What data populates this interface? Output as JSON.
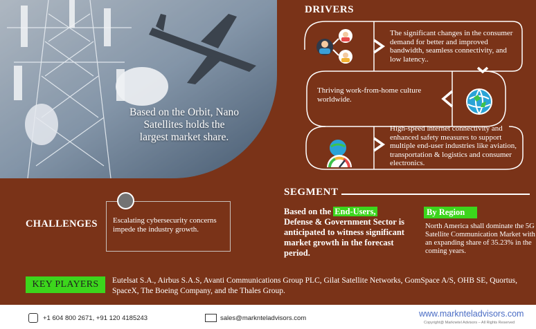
{
  "hero": {
    "caption": "Based on the Orbit, Nano Satellites holds the largest market share."
  },
  "drivers": {
    "title": "DRIVERS",
    "items": [
      {
        "text": "The significant changes in the consumer demand for better and improved bandwidth, seamless connectivity, and low latency..",
        "icon": "people-network-icon"
      },
      {
        "text": "Thriving work-from-home culture worldwide.",
        "icon": "globe-icon"
      },
      {
        "text": "High-speed internet connectivity and enhanced safety measures to support multiple end-user industries like aviation, transportation & logistics and consumer electronics.",
        "icon": "speed-globe-icon"
      }
    ]
  },
  "segment": {
    "title": "SEGMENT",
    "left_prefix": "Based on the ",
    "left_highlight": "End-Users,",
    "left_rest": "Defense & Government Sector is anticipated to witness significant market growth in the forecast period.",
    "region_label": "By Region",
    "region_text": "North America shall dominate the 5G Satellite Communication Market with an expanding share of 35.23% in the coming years."
  },
  "challenges": {
    "title": "CHALLENGES",
    "text": "Escalating cybersecurity concerns impede the industry growth."
  },
  "key_players": {
    "label": "KEY PLAYERS",
    "text": "Eutelsat S.A., Airbus S.A.S, Avanti Communications Group PLC, Gilat Satellite Networks, GomSpace A/S, OHB SE, Quortus, SpaceX, The Boeing Company, and the Thales Group."
  },
  "footer": {
    "phone": "+1 604 800 2671, +91 120 4185243",
    "email": "sales@marknteladvisors.com",
    "website": "www.marknteladvisors.com",
    "copyright": "Copyright@ Marknetel Advisors – All Rights Reserved"
  },
  "colors": {
    "background": "#7a3318",
    "accent_green": "#3cd61c",
    "link_blue": "#4a6cc4"
  }
}
